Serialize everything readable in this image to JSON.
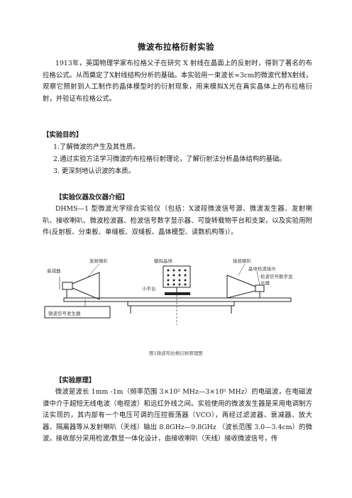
{
  "title": "微波布拉格衍射实验",
  "intro": "1913年，英国物理学家布拉格父子在研究 X 射线在晶面上的反射时，得到了著名的布拉格公式。从而奠定了X射线结构分析的基础。本实验用一束波长≈3cm的微波代替X射线，观察它照射到人工制作的晶体模型时的衍射现象，用来模拟X光在真实晶体上的布拉格衍射，并验证布拉格公式。",
  "section_purpose": {
    "heading": "【实验目的】",
    "items": [
      "1.了解微波的产生及其性质。",
      "2.通过实验方法学习微波的布拉格衍射理论，了解衍射法分析晶体结构的基础。",
      "3. 更深刻地认识波的本质。"
    ]
  },
  "section_equipment": {
    "heading": "【实验仪器及仪器介绍】",
    "text": "DHMS—1 型微波光学综合实验仪（包括：X波段微波信号源、微波发生器、发射喇叭、接收喇叭、微波检波器、检波信号数字显示器、可旋转载物平台和支架，以及实验用附件(反射板、分束板、单缝板、双缝板、晶体模型、读数机构等)）。"
  },
  "figure": {
    "labels": {
      "attenuator": "衰减器",
      "tx_horn": "发射喇叭",
      "crystal": "模拟晶体",
      "rx_horn": "接收喇叭",
      "detector": "晶体检波接头",
      "display": "检波信号数字显示器",
      "stage": "小平台",
      "source": "微波信号发生器"
    },
    "caption": "图1微波布拉格衍射原理图"
  },
  "section_principle": {
    "heading": "【实验原理】",
    "text": "微波是波长 1mm -1m（频率范围 3×10² MHz—3×10⁵ MHz）的电磁波，在电磁波谱中介于超短无线电波（电视波）和远红外线之间。实验使用的微波发生器是采用电调制方法实现的，其内部有一个电压可调的压控振荡器（VCO），再经过滤波器、衰减器、放大器、隔离器等从发射喇叭（天线）输出 8.8GHz—9.8GHz （波长范围 3.0—3.4cm）的微波。接收部分采用检波/数显一体化设计，由接收喇叭（天线）接收微波信号，传"
  }
}
